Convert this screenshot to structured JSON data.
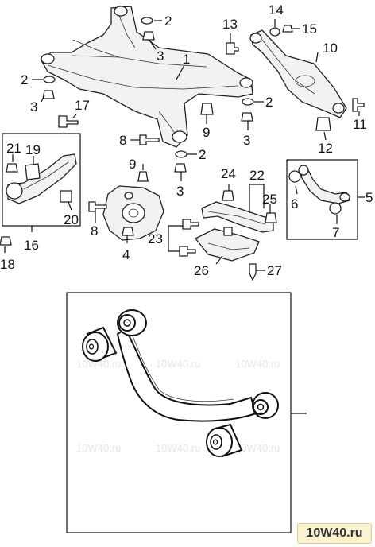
{
  "callouts": {
    "c1": "1",
    "c2a": "2",
    "c2b": "2",
    "c2c": "2",
    "c2d": "2",
    "c3a": "3",
    "c3b": "3",
    "c3c": "3",
    "c3d": "3",
    "c4": "4",
    "c5": "5",
    "c6": "6",
    "c7": "7",
    "c8a": "8",
    "c8b": "8",
    "c9a": "9",
    "c9b": "9",
    "c10": "10",
    "c11": "11",
    "c12": "12",
    "c13": "13",
    "c14": "14",
    "c15": "15",
    "c16": "16",
    "c17": "17",
    "c18": "18",
    "c19": "19",
    "c20": "20",
    "c21": "21",
    "c22": "22",
    "c23": "23",
    "c24": "24",
    "c25": "25",
    "c26": "26",
    "c27": "27"
  },
  "watermark": "10W40.ru",
  "logo": "10W40.ru"
}
